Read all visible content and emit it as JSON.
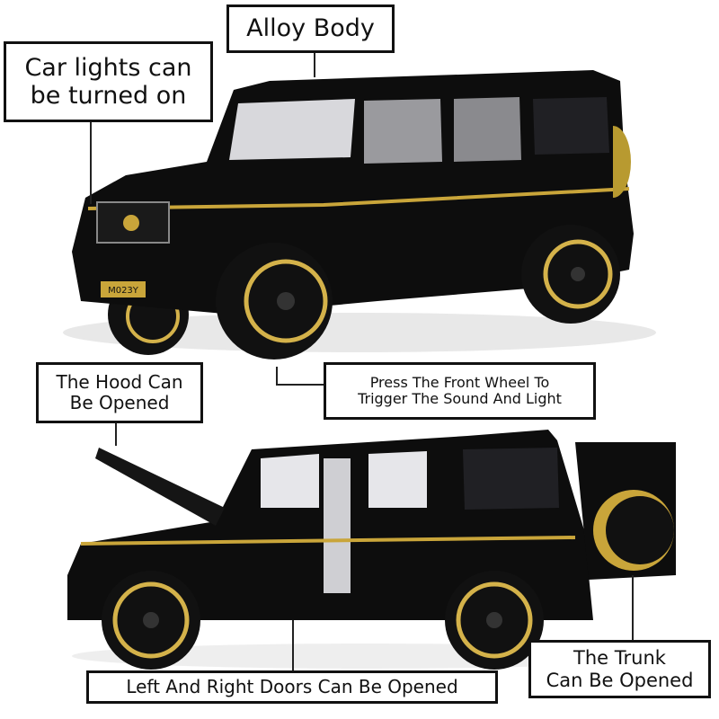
{
  "callouts": {
    "alloy_body": "Alloy Body",
    "car_lights": [
      "Car lights can",
      "be turned on"
    ],
    "hood": [
      "The Hood Can",
      "Be Opened"
    ],
    "front_wheel": [
      "Press The Front Wheel To",
      "Trigger The Sound And Light"
    ],
    "trunk": [
      "The Trunk",
      "Can Be Opened"
    ],
    "doors": "Left And Right Doors Can Be Opened"
  },
  "license_plate": "M023Y",
  "colors": {
    "body": "#0d0d0d",
    "gold_trim": "#c9a53a",
    "wheel_rim": "#d4b24a"
  }
}
